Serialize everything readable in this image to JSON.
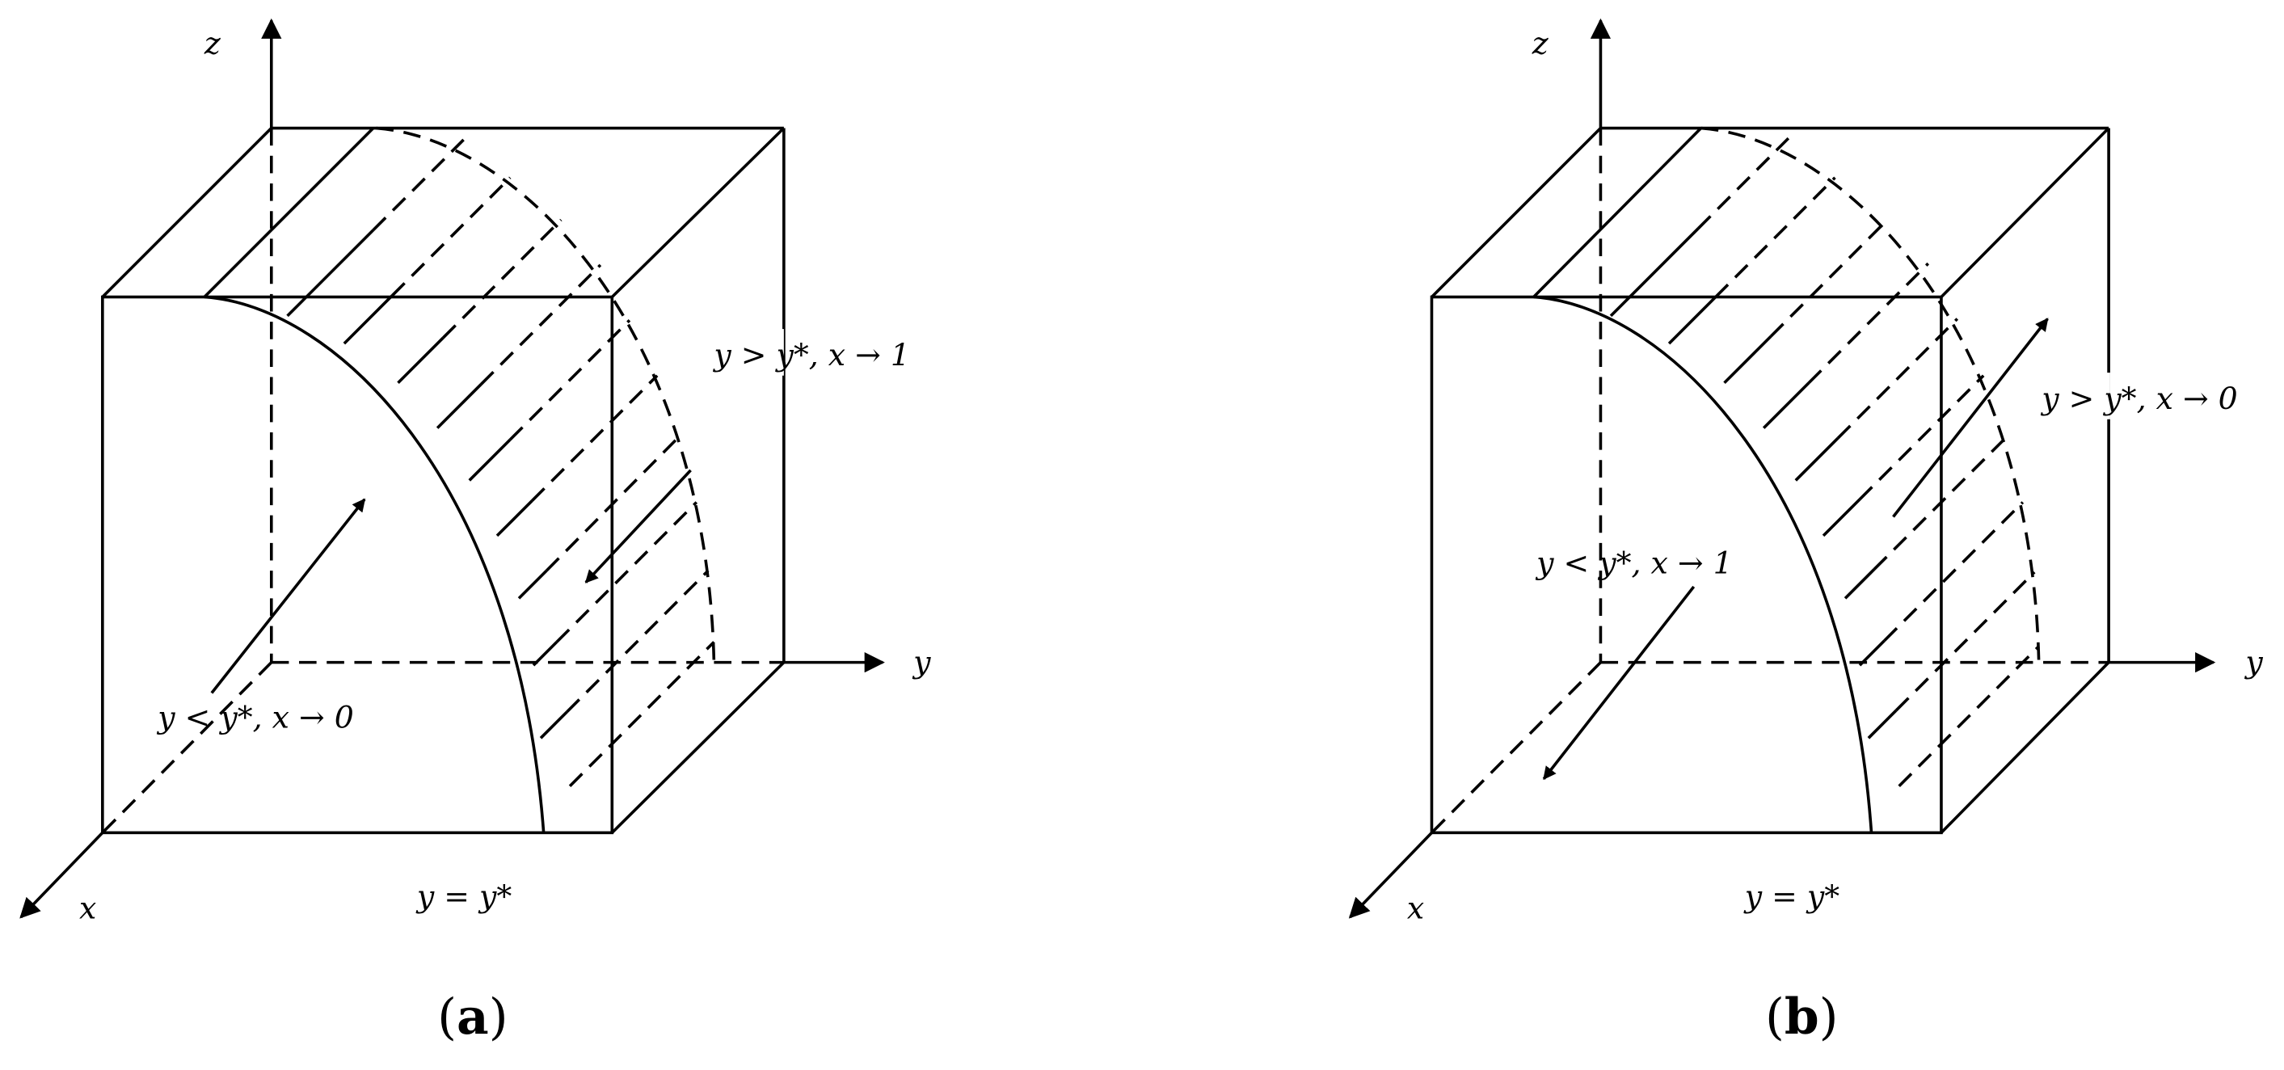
{
  "panels": [
    {
      "id": "a",
      "axis_x": "x",
      "axis_y": "y",
      "axis_z": "z",
      "label_upper": "y > y*, x → 1",
      "label_lower": "y < y*, x → 0",
      "label_bottom": "y = y*",
      "caption_open": "(",
      "caption_letter": "a",
      "caption_close": ")"
    },
    {
      "id": "b",
      "axis_x": "x",
      "axis_y": "y",
      "axis_z": "z",
      "label_upper": "y > y*, x → 0",
      "label_lower": "y < y*, x → 1",
      "label_bottom": "y = y*",
      "caption_open": "(",
      "caption_letter": "b",
      "caption_close": ")"
    }
  ]
}
